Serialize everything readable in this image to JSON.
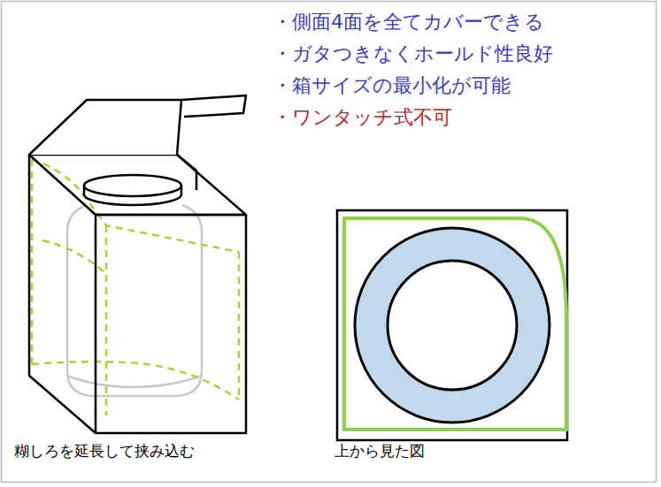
{
  "diagram": {
    "labels": [
      "・側面4面を全てカバーできる",
      "・ガタつきなくホールド性良好",
      "・箱サイズの最小化が可能",
      "・ワンタッチ式不可",
      "糊しろを延長して挟み込む",
      "上から見た図"
    ]
  }
}
